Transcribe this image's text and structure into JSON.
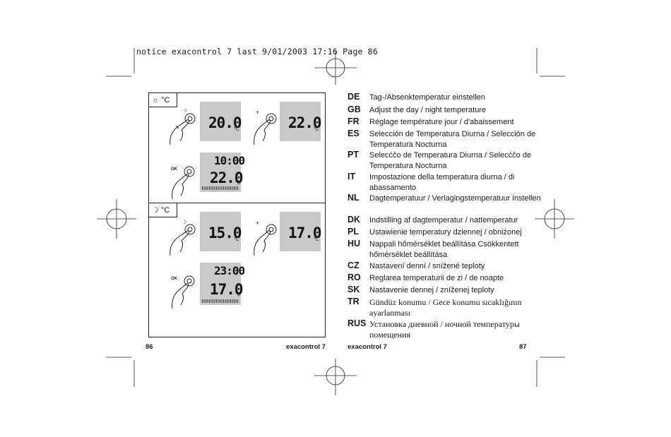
{
  "header": {
    "slug": "notice exacontrol 7 last 9/01/2003 17:16 Page 86"
  },
  "left_page": {
    "day_tab": "☼ °C",
    "night_tab": "☽ °C",
    "day_display_1": {
      "temp": "20.0"
    },
    "day_display_2": {
      "temp": "22.0"
    },
    "day_summary": {
      "time": "10:00",
      "temp": "22.0"
    },
    "night_display_1": {
      "temp": "15.0"
    },
    "night_display_2": {
      "temp": "17.0"
    },
    "night_summary": {
      "time": "23:00",
      "temp": "17.0"
    },
    "unit": "°C",
    "button_ok": "OK",
    "button_plus": "+",
    "page_number": "86",
    "brand": "exacontrol 7"
  },
  "right_page": {
    "languages": [
      {
        "code": "DE",
        "text": "Tag-/Absenktemperatur einstellen"
      },
      {
        "code": "GB",
        "text": "Adjust the day / night temperature"
      },
      {
        "code": "FR",
        "text": "Réglage température jour / d'abaissement"
      },
      {
        "code": "ES",
        "text": "Selección de Temperatura Diurna / Selección de Temperatura Nocturna"
      },
      {
        "code": "PT",
        "text": "Selecćčo de Temperatura Diurna / Selecćčo de Temperatura Nocturna"
      },
      {
        "code": "IT",
        "text": "Impostazione della temperatura diurna / di abassamento"
      },
      {
        "code": "NL",
        "text": "Dagtemperatuur / Verlagingstemperatuur instellen"
      },
      {
        "code": "DK",
        "text": "Indstilling af dagtemperatur / nattemperatur"
      },
      {
        "code": "PL",
        "text": "Ustawienie temperatury dziennej / obniżonej"
      },
      {
        "code": "HU",
        "text": "Nappali hőmérséklet beállítása Csökkentett hőmérséklet beállítása"
      },
      {
        "code": "CZ",
        "text": "Nastavení denní / snížené teploty"
      },
      {
        "code": "RO",
        "text": "Reglarea temperaturii de zi / de noapte"
      },
      {
        "code": "SK",
        "text": "Nastavenie dennej / zníženej teploty"
      },
      {
        "code": "TR",
        "text": "Gündüz konumu / Gece konumu sıcaklığının ayarlanması"
      },
      {
        "code": "RUS",
        "text": "Установка дневной / ночной температуры помещения"
      }
    ],
    "brand": "exacontrol 7",
    "page_number": "87"
  }
}
